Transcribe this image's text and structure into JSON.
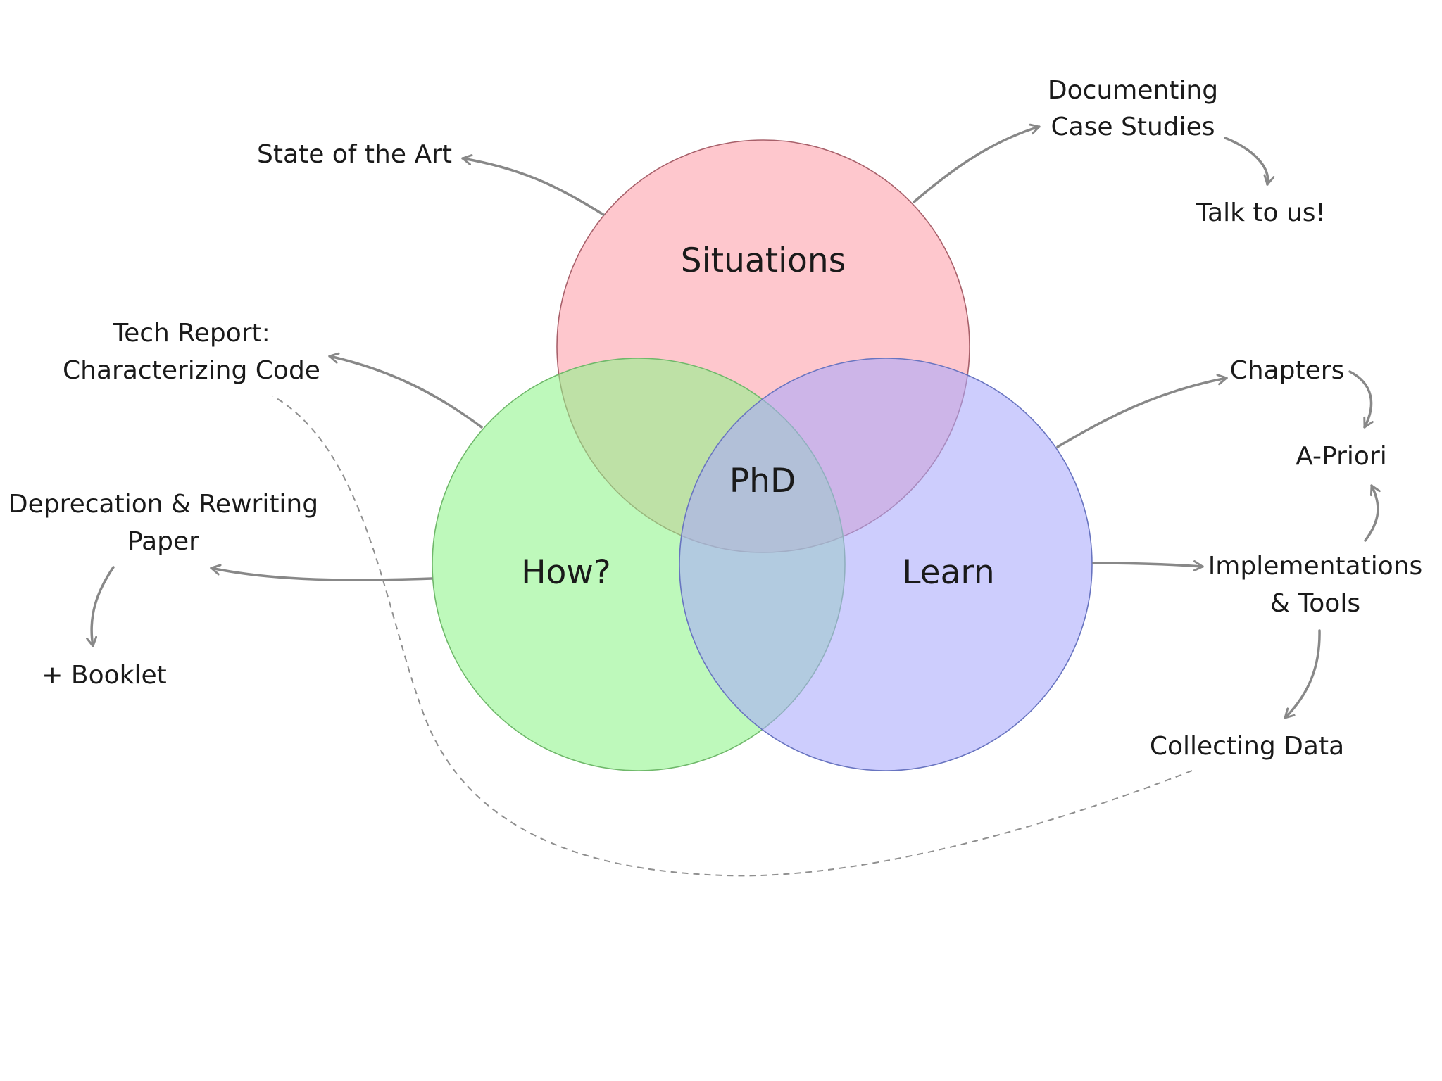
{
  "circles": {
    "situations": {
      "label": "Situations",
      "fill": "#fda4ae",
      "stroke": "#a8606a"
    },
    "how": {
      "label": "How?",
      "fill": "#8ff58a",
      "stroke": "#6fb86a"
    },
    "learn": {
      "label": "Learn",
      "fill": "#a9a8fb",
      "stroke": "#6874c0"
    },
    "center": {
      "label": "PhD"
    }
  },
  "labels": {
    "state_of_art": "State of the Art",
    "documenting": [
      "Documenting",
      "Case Studies"
    ],
    "talk": "Talk to us!",
    "tech_report": [
      "Tech Report:",
      "Characterizing Code"
    ],
    "deprecation": [
      "Deprecation & Rewriting",
      "Paper"
    ],
    "booklet": "+ Booklet",
    "chapters": "Chapters",
    "apriori": "A-Priori",
    "implementations": [
      "Implementations",
      "& Tools"
    ],
    "collecting": "Collecting Data"
  },
  "colors": {
    "arrow": "#888888",
    "text": "#1a1a1a",
    "background": "#ffffff"
  }
}
